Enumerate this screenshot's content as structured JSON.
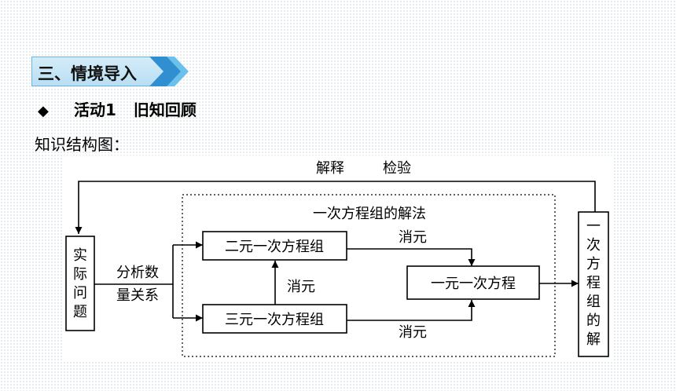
{
  "header": {
    "section_title": "三、情境导入",
    "activity_marker": "◆",
    "activity_number": "活动1",
    "activity_name": "旧知回顾",
    "subtitle": "知识结构图："
  },
  "diagram": {
    "top_label_solve": "解释",
    "top_label_check": "检验",
    "method_group_title": "一次方程组的解法",
    "node_real_problem": [
      "实",
      "际",
      "问",
      "题"
    ],
    "edge_analyze_line1": "分析数",
    "edge_analyze_line2": "量关系",
    "node_two_var": "二元一次方程组",
    "node_three_var": "三元一次方程组",
    "node_one_var": "一元一次方程",
    "edge_eliminate_top": "消元",
    "edge_eliminate_mid": "消元",
    "edge_eliminate_bottom": "消元",
    "node_solution": [
      "一",
      "次",
      "方",
      "程",
      "组",
      "的",
      "解"
    ]
  }
}
